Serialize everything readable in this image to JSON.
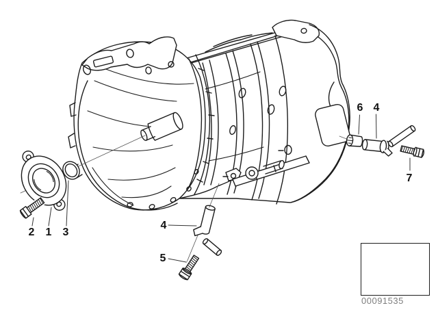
{
  "colors": {
    "line": "#1c1c1c",
    "leader": "#444444",
    "label_text": "#111111",
    "code_text": "#7e7e7e",
    "background": "#ffffff",
    "thumbnail_line": "#3f3f3f"
  },
  "diagram": {
    "callouts": [
      {
        "label": "2"
      },
      {
        "label": "1"
      },
      {
        "label": "3"
      },
      {
        "label": "4"
      },
      {
        "label": "5"
      },
      {
        "label": "6"
      },
      {
        "label": "4"
      },
      {
        "label": "7"
      }
    ]
  },
  "thumbnail": {
    "image_code": "00091535"
  }
}
